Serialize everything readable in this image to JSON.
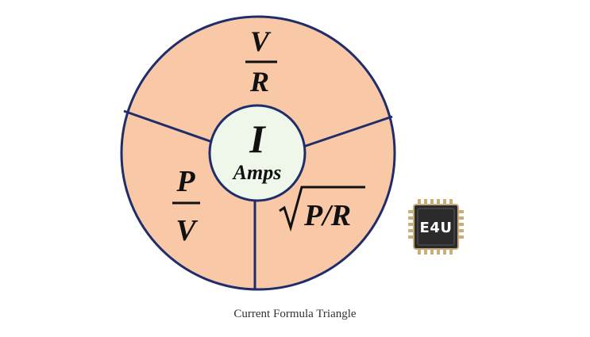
{
  "diagram": {
    "center": {
      "symbol": "I",
      "unit": "Amps"
    },
    "top_segment": {
      "numerator": "V",
      "denominator": "R"
    },
    "left_segment": {
      "numerator": "P",
      "denominator": "V"
    },
    "right_segment": {
      "expression": "P/R"
    },
    "colors": {
      "segment_fill": "#f9c9a7",
      "center_fill": "#eef7ea",
      "outline": "#1f2d6b"
    }
  },
  "logo": {
    "text": "E4U",
    "colors": {
      "body": "#2b2b2b",
      "pins": "#c9ad7a",
      "text": "#ffffff"
    }
  },
  "caption": "Current Formula Triangle"
}
